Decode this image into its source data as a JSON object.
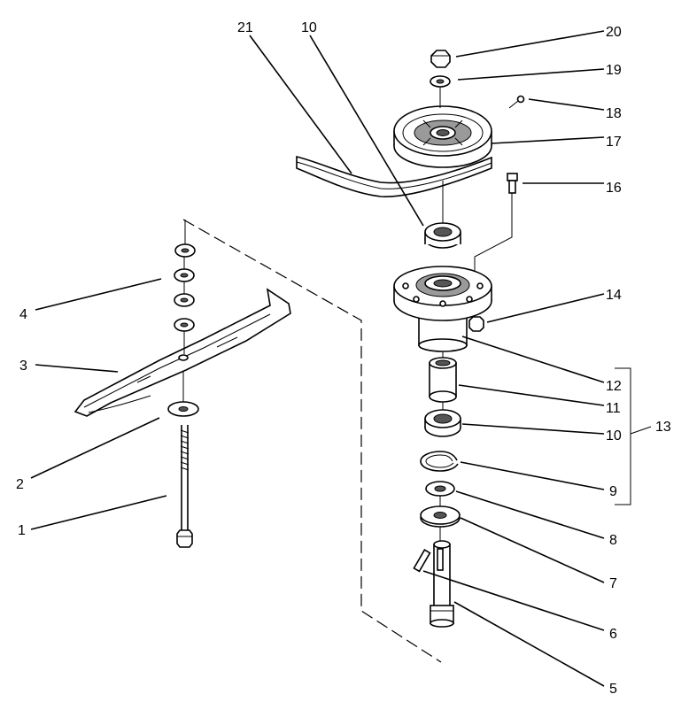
{
  "callouts": [
    {
      "id": "c1",
      "text": "1"
    },
    {
      "id": "c2",
      "text": "2"
    },
    {
      "id": "c3",
      "text": "3"
    },
    {
      "id": "c4",
      "text": "4"
    },
    {
      "id": "c5",
      "text": "5"
    },
    {
      "id": "c6",
      "text": "6"
    },
    {
      "id": "c7",
      "text": "7"
    },
    {
      "id": "c8",
      "text": "8"
    },
    {
      "id": "c9",
      "text": "9"
    },
    {
      "id": "c10a",
      "text": "10"
    },
    {
      "id": "c10b",
      "text": "10"
    },
    {
      "id": "c11",
      "text": "11"
    },
    {
      "id": "c12",
      "text": "12"
    },
    {
      "id": "c13",
      "text": "13"
    },
    {
      "id": "c14",
      "text": "14"
    },
    {
      "id": "c16",
      "text": "16"
    },
    {
      "id": "c17",
      "text": "17"
    },
    {
      "id": "c18",
      "text": "18"
    },
    {
      "id": "c19",
      "text": "19"
    },
    {
      "id": "c20",
      "text": "20"
    },
    {
      "id": "c21",
      "text": "21"
    }
  ]
}
